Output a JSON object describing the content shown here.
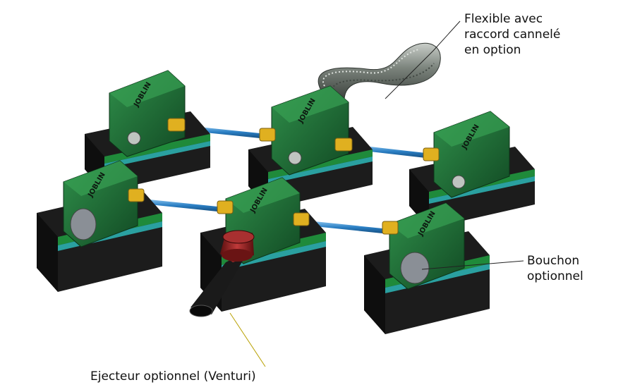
{
  "title": "",
  "labels": {
    "flexible": "Flexible avec\nraccord cannelé\nen option",
    "bouchon": "Bouchon\noptionnel",
    "ejecteur": "Ejecteur optionnel (Venturi)"
  },
  "brand": "JOBLIN",
  "module_count": 6,
  "colors": {
    "module_green": "#1f6b35",
    "plate_black": "#1c1c1c",
    "strip_green": "#1f8a3a",
    "tube_blue": "#2b7fc4",
    "fitting_yellow": "#e0b020",
    "ejector_red": "#8b1e1e",
    "ejector_black": "#1a1a1a",
    "hose_grey": "#6f7670",
    "leader_black": "#222222",
    "leader_yellow": "#b8a000"
  }
}
